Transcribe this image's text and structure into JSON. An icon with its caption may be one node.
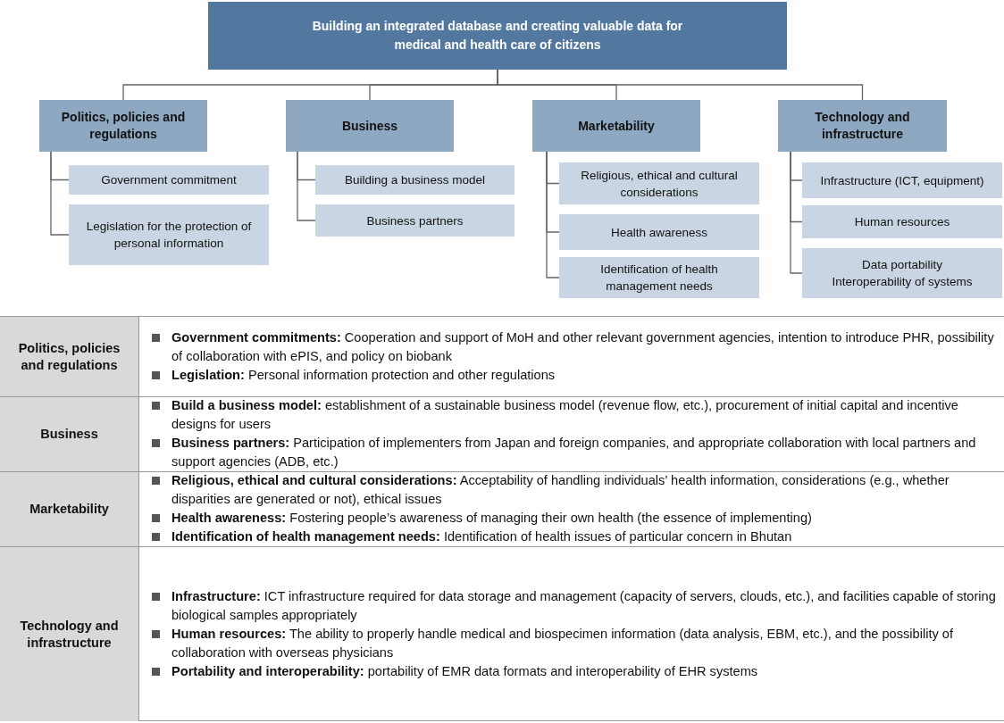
{
  "diagram": {
    "nodes": [
      {
        "text": [
          "Building an integrated database and creating valuable data for medical and health care of citizens"
        ]
      },
      {
        "text": [
          "Politics, policies and regulations"
        ]
      },
      {
        "text": [
          "Business"
        ]
      },
      {
        "text": [
          "Marketability"
        ]
      },
      {
        "text": [
          "Technology and infrastructure"
        ]
      },
      {
        "text": [
          "Government commitment"
        ]
      },
      {
        "text": [
          "Legislation for the protection of personal information"
        ]
      },
      {
        "text": [
          "Building a business model"
        ]
      },
      {
        "text": [
          "Business partners"
        ]
      },
      {
        "text": [
          "Religious, ethical and cultural considerations"
        ]
      },
      {
        "text": [
          "Health awareness"
        ]
      },
      {
        "text": [
          "Identification of health management needs"
        ]
      },
      {
        "text": [
          "Infrastructure (ICT, equipment)"
        ]
      },
      {
        "text": [
          "Human resources"
        ]
      },
      {
        "text": [
          "Data portability",
          "Interoperability of systems"
        ]
      }
    ],
    "edges": [
      {
        "from": 0,
        "to": 1,
        "arrow": "none"
      },
      {
        "from": 0,
        "to": 2,
        "arrow": "none"
      },
      {
        "from": 0,
        "to": 3,
        "arrow": "none"
      },
      {
        "from": 0,
        "to": 4,
        "arrow": "none"
      },
      {
        "from": 1,
        "to": 5,
        "arrow": "none"
      },
      {
        "from": 1,
        "to": 6,
        "arrow": "none"
      },
      {
        "from": 2,
        "to": 7,
        "arrow": "none"
      },
      {
        "from": 2,
        "to": 8,
        "arrow": "none"
      },
      {
        "from": 3,
        "to": 9,
        "arrow": "none"
      },
      {
        "from": 3,
        "to": 10,
        "arrow": "none"
      },
      {
        "from": 3,
        "to": 11,
        "arrow": "none"
      },
      {
        "from": 4,
        "to": 12,
        "arrow": "none"
      },
      {
        "from": 4,
        "to": 13,
        "arrow": "none"
      },
      {
        "from": 4,
        "to": 14,
        "arrow": "none"
      }
    ],
    "labels": [
      "Politics, policies and regulations",
      "**Government commitments:** Cooperation and support of MoH and other relevant government agencies, intention to introduce PHR, possibility of collaboration with ePIS, and policy on biobank",
      "**Legislation:** Personal information protection and other regulations",
      "Business",
      "**Build a business model:** establishment of a sustainable business model (revenue flow, etc.), procurement of initial capital and incentive designs for users",
      "**Business partners:** Participation of implementers from Japan and foreign companies, and appropriate collaboration with local partners and support agencies (ADB, etc.)",
      "Marketability",
      "**Religious, ethical and cultural considerations:** Acceptability of handling individuals’ health information, considerations (e.g., whether disparities are generated or not), ethical issues",
      "**Health awareness:** Fostering people’s awareness of managing their own health (the essence of implementing)",
      "**Identification of health management needs:** Identification of health issues of particular concern in Bhutan",
      "Technology and infrastructure",
      "**Infrastructure:** ICT infrastructure required for data storage and management (capacity of servers, clouds, etc.), and facilities capable of storing biological samples appropriately",
      "**Human resources:** The ability to properly handle medical and biospecimen information (data analysis, EBM, etc.), and the possibility of collaboration with overseas physicians",
      "**Portability and interoperability:** portability of EMR data formats and interoperability of EHR systems"
    ]
  }
}
